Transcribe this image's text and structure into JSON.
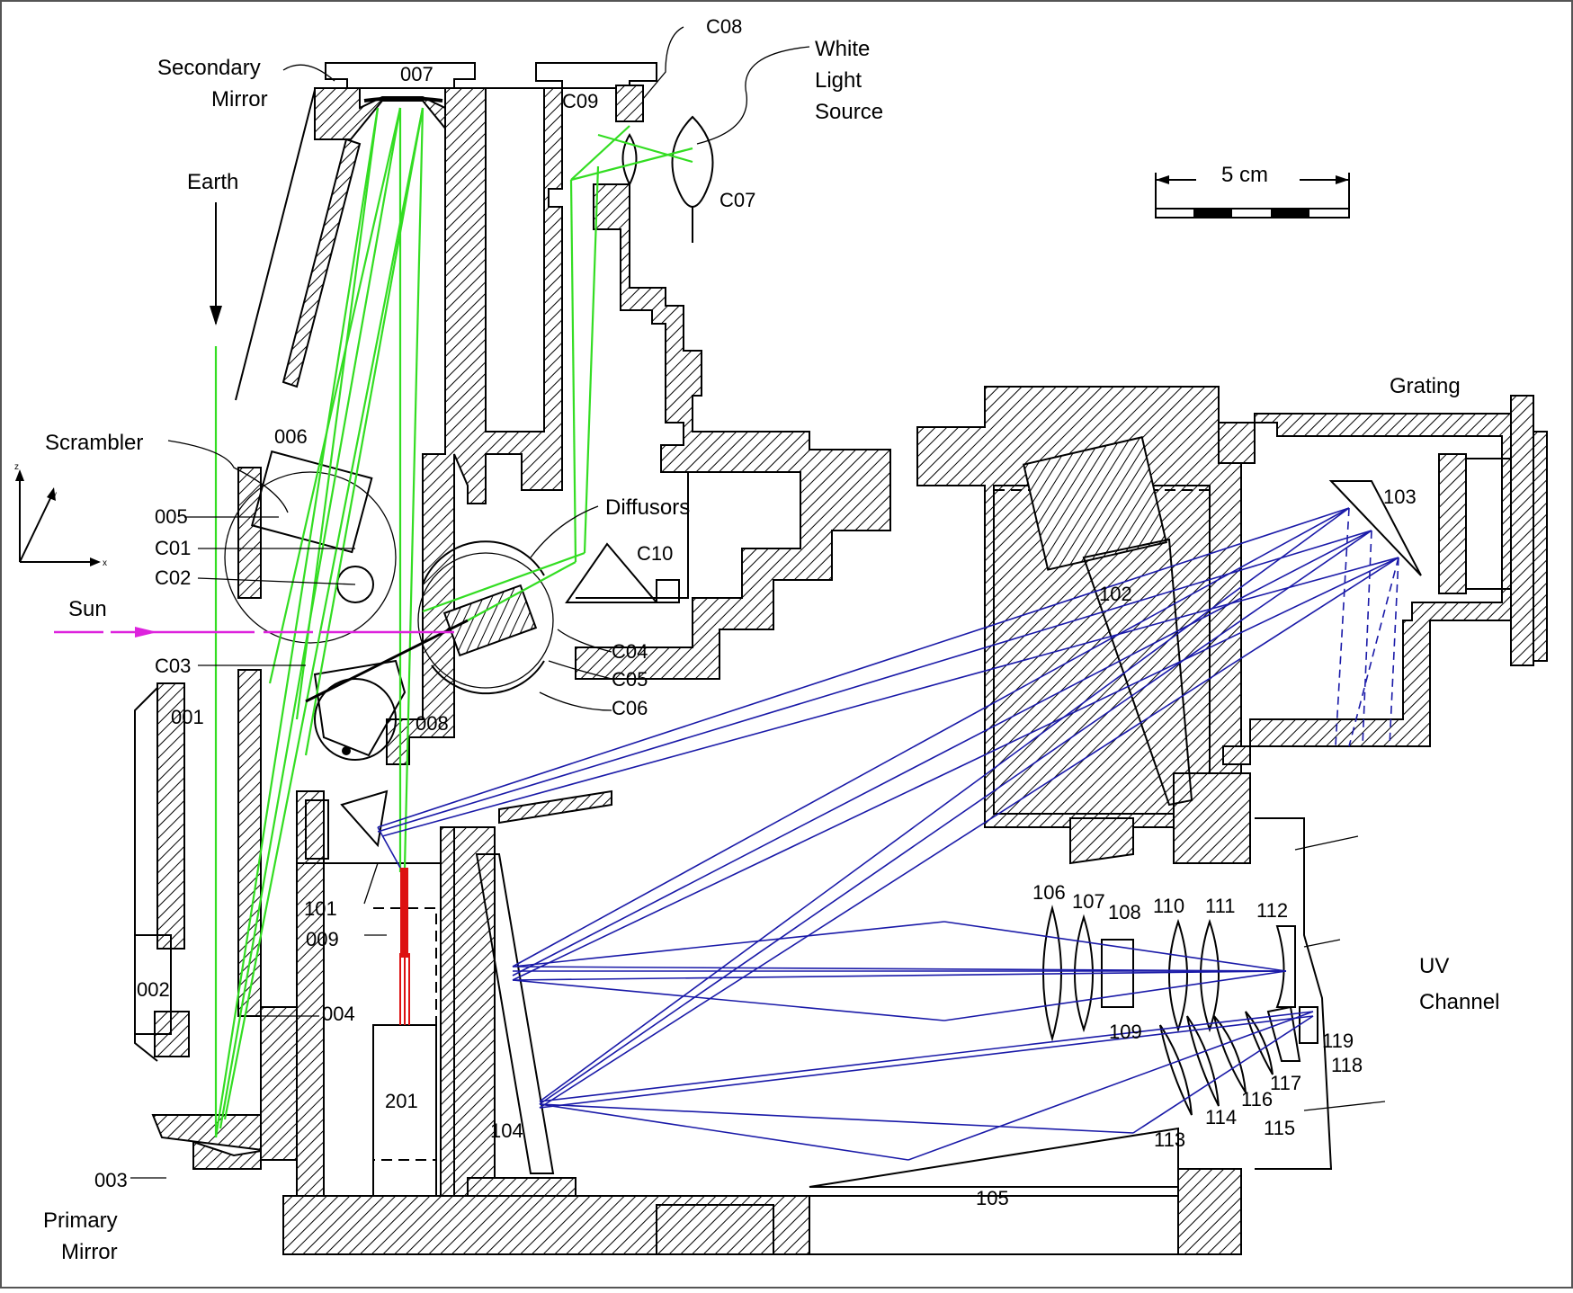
{
  "labels": {
    "secondary_mirror": [
      "Secondary",
      "Mirror"
    ],
    "primary_mirror": [
      "Primary",
      "Mirror"
    ],
    "white_light_source": [
      "White",
      "Light",
      "Source"
    ],
    "uv_channel": [
      "UV",
      "Channel"
    ],
    "earth": "Earth",
    "sun": "Sun",
    "scrambler": "Scrambler",
    "diffusors": "Diffusors",
    "grating": "Grating",
    "scale": "5 cm",
    "axis_z": "z",
    "axis_x": "x",
    "axis_y": "y"
  },
  "part_numbers": {
    "n001": "001",
    "n002": "002",
    "n003": "003",
    "n004": "004",
    "n005": "005",
    "n006": "006",
    "n007": "007",
    "n008": "008",
    "n009": "009",
    "c01": "C01",
    "c02": "C02",
    "c03": "C03",
    "c04": "C04",
    "c05": "C05",
    "c06": "C06",
    "c07": "C07",
    "c08": "C08",
    "c09": "C09",
    "c10": "C10",
    "n101": "101",
    "n102": "102",
    "n103": "103",
    "n104": "104",
    "n105": "105",
    "n106": "106",
    "n107": "107",
    "n108": "108",
    "n109": "109",
    "n110": "110",
    "n111": "111",
    "n112": "112",
    "n113": "113",
    "n114": "114",
    "n115": "115",
    "n116": "116",
    "n117": "117",
    "n118": "118",
    "n119": "119",
    "n201": "201"
  },
  "colors": {
    "earth_light_path": "#33dd22",
    "sun_beam": "#dd22dd",
    "spectrometer_rays": "#1a1aa8",
    "detector_beam": "#dd1111"
  }
}
